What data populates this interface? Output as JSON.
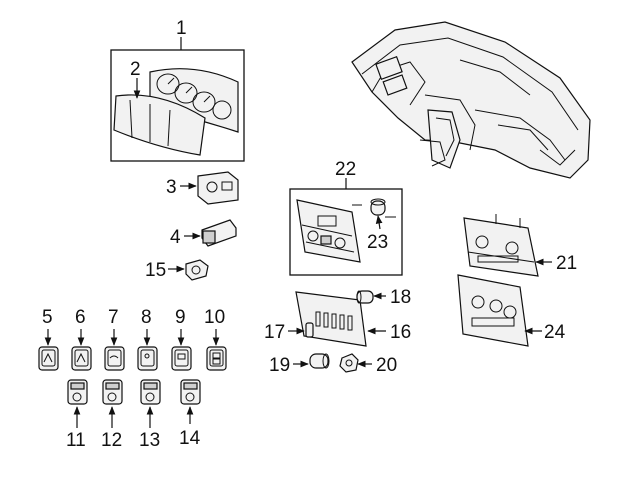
{
  "callouts": [
    "1",
    "2",
    "3",
    "4",
    "5",
    "6",
    "7",
    "8",
    "9",
    "10",
    "11",
    "12",
    "13",
    "14",
    "15",
    "16",
    "17",
    "18",
    "19",
    "20",
    "21",
    "22",
    "23",
    "24"
  ],
  "icons": {
    "dashboard": "dashboard-assembly",
    "cluster": "instrument-cluster",
    "lens": "cluster-lens",
    "switch": "switch",
    "climate": "climate-control-panel",
    "knob": "knob",
    "bulb": "bulb",
    "trim": "trim-bezel"
  }
}
